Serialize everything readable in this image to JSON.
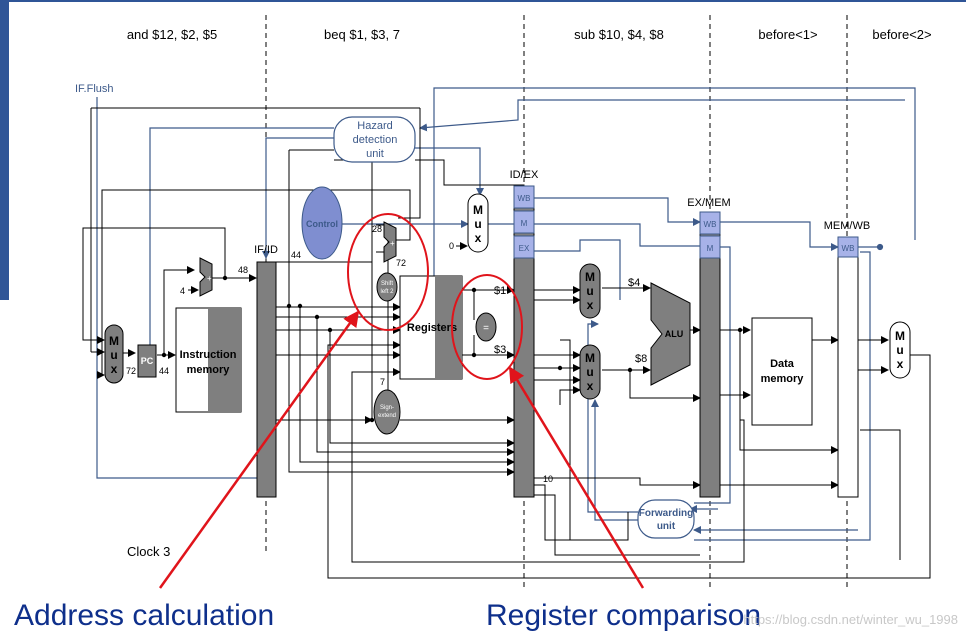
{
  "stages": {
    "if": "and $12, $2, $5",
    "id": "beq $1, $3, 7",
    "ex": "sub $10, $4, $8",
    "mem": "before<1>",
    "wb": "before<2>"
  },
  "labels": {
    "if_flush": "IF.Flush",
    "hazard_line1": "Hazard",
    "hazard_line2": "detection",
    "hazard_line3": "unit",
    "control": "Control",
    "if_id": "IF/ID",
    "id_ex": "ID/EX",
    "ex_mem": "EX/MEM",
    "mem_wb": "MEM/WB",
    "wb": "WB",
    "m": "M",
    "ex": "EX",
    "registers": "Registers",
    "instr_line1": "Instruction",
    "instr_line2": "memory",
    "pc": "PC",
    "alu": "ALU",
    "data_line1": "Data",
    "data_line2": "memory",
    "forward_line1": "Forwarding",
    "forward_line2": "unit",
    "shift_line1": "Shift",
    "shift_line2": "left 2",
    "sign_line1": "Sign-",
    "sign_line2": "extend",
    "mux_letters": [
      "M",
      "u",
      "x"
    ],
    "clock": "Clock 3",
    "eq": "="
  },
  "values": {
    "v48": "48",
    "v44a": "44",
    "v44b": "44",
    "v72a": "72",
    "v72b": "72",
    "v28": "28",
    "v4": "4",
    "v0": "0",
    "v7": "7",
    "v10": "10",
    "r1": "$1",
    "r3": "$3",
    "r4": "$4",
    "r8": "$8"
  },
  "annotations": {
    "address_calc": "Address calculation",
    "reg_compare": "Register comparison",
    "watermark": "https://blog.csdn.net/winter_wu_1998"
  },
  "colors": {
    "accent_blue": "#2f5597",
    "line_blue": "#3d5a8a",
    "ellipse_fill": "#7f8ed0",
    "pipeline_gray": "#7f7f7f",
    "annotation_red": "#e0141b",
    "control_fill": "#a7b2e8"
  }
}
